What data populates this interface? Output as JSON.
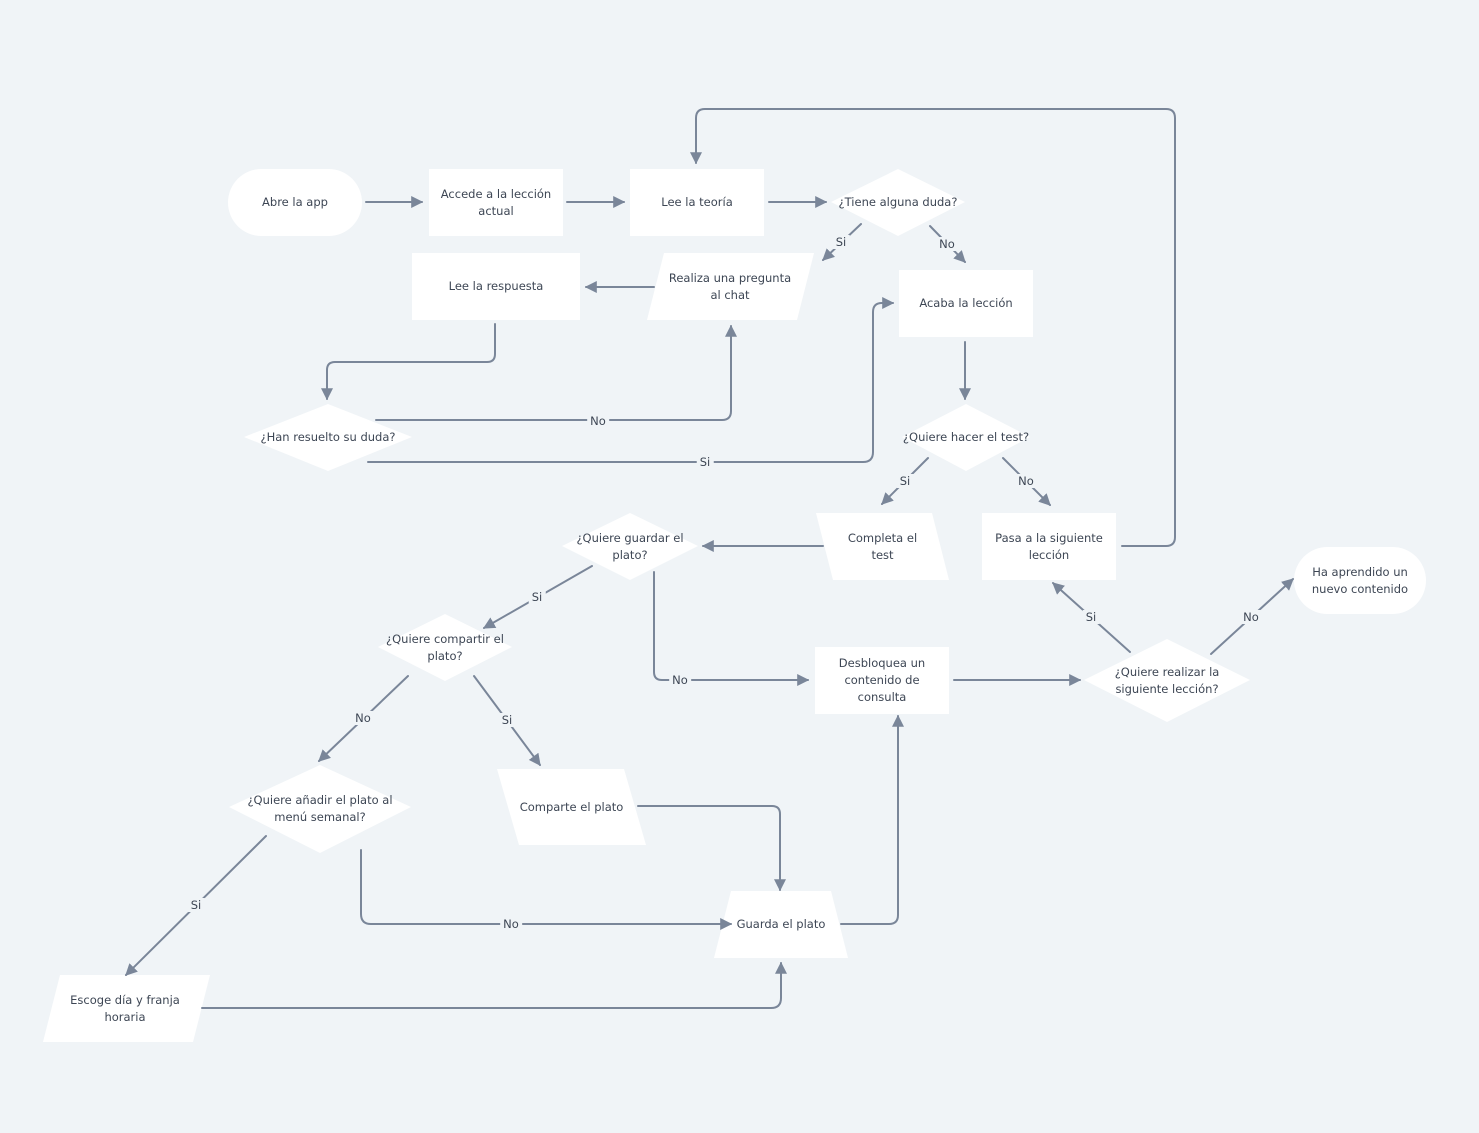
{
  "nodes": {
    "start": {
      "text": "Abre la app"
    },
    "access": {
      "text": "Accede a la lección\nactual"
    },
    "read_theory": {
      "text": "Lee la teoría"
    },
    "doubt": {
      "text": "¿Tiene alguna duda?"
    },
    "ask_chat": {
      "text": "Realiza una pregunta\nal chat"
    },
    "read_answer": {
      "text": "Lee la respuesta"
    },
    "resolved": {
      "text": "¿Han resuelto su duda?"
    },
    "finish_lesson": {
      "text": "Acaba la lección"
    },
    "test": {
      "text": "¿Quiere hacer el test?"
    },
    "complete_test": {
      "text": "Completa el\ntest"
    },
    "next_lesson": {
      "text": "Pasa a la siguiente\nlección"
    },
    "save_dish": {
      "text": "¿Quiere guardar el\nplato?"
    },
    "share_dish": {
      "text": "¿Quiere compartir el\nplato?"
    },
    "add_menu": {
      "text": "¿Quiere añadir el plato al\nmenú semanal?"
    },
    "share": {
      "text": "Comparte el plato"
    },
    "pick_day": {
      "text": "Escoge día y franja\nhoraria"
    },
    "save": {
      "text": "Guarda el plato"
    },
    "unlock": {
      "text": "Desbloquea un\ncontenido de\nconsulta"
    },
    "next_q": {
      "text": "¿Quiere realizar la\nsiguiente lección?"
    },
    "end": {
      "text": "Ha aprendido un\nnuevo contenido"
    }
  },
  "edge_labels": {
    "doubt_yes": "Si",
    "doubt_no": "No",
    "resolved_no": "No",
    "resolved_yes": "Si",
    "test_yes": "Si",
    "test_no": "No",
    "save_yes": "Si",
    "save_no": "No",
    "share_no": "No",
    "share_yes": "Si",
    "menu_yes": "Si",
    "menu_no": "No",
    "next_yes": "Si",
    "next_no": "No"
  }
}
